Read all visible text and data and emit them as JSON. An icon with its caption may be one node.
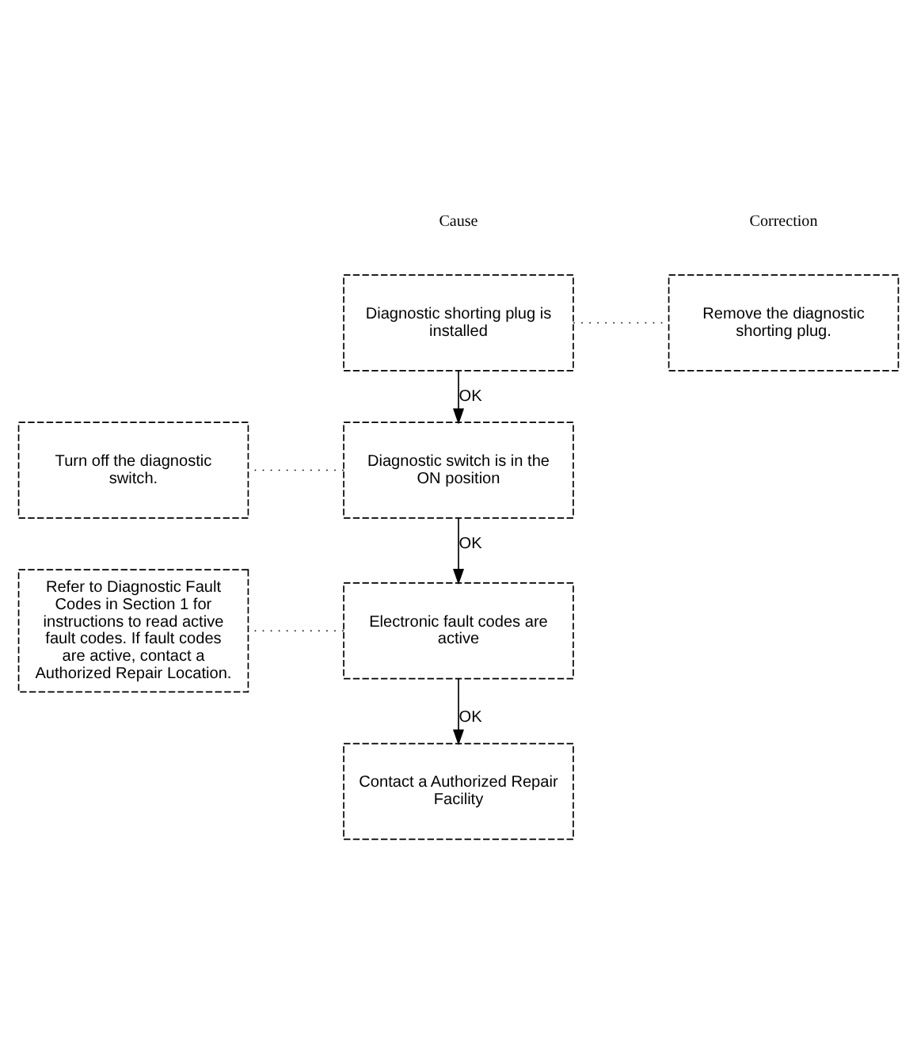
{
  "diagram": {
    "nodes": [
      {
        "text": [
          "Diagnostic shorting plug is installed"
        ]
      },
      {
        "text": [
          "Remove the diagnostic shorting plug."
        ]
      },
      {
        "text": [
          "Diagnostic switch is in the ON position"
        ]
      },
      {
        "text": [
          "Turn off the diagnostic switch."
        ]
      },
      {
        "text": [
          "Electronic fault codes are active"
        ]
      },
      {
        "text": [
          "Refer to Diagnostic Fault Codes in Section 1 for instructions to read active fault codes. If fault codes are active, contact a Authorized Repair Location."
        ]
      },
      {
        "text": [
          "Contact a Authorized Repair Facility"
        ]
      }
    ],
    "edges": [
      {
        "from": 0,
        "to": 1,
        "arrow": "none",
        "style": "dashed"
      },
      {
        "from": 0,
        "to": 2,
        "arrow": "to",
        "label": "OK"
      },
      {
        "from": 2,
        "to": 3,
        "arrow": "none",
        "style": "dashed"
      },
      {
        "from": 2,
        "to": 4,
        "arrow": "to",
        "label": "OK"
      },
      {
        "from": 4,
        "to": 5,
        "arrow": "none",
        "style": "dashed"
      },
      {
        "from": 4,
        "to": 6,
        "arrow": "to",
        "label": "OK"
      }
    ],
    "labels": [
      "Cause",
      "Correction"
    ]
  }
}
